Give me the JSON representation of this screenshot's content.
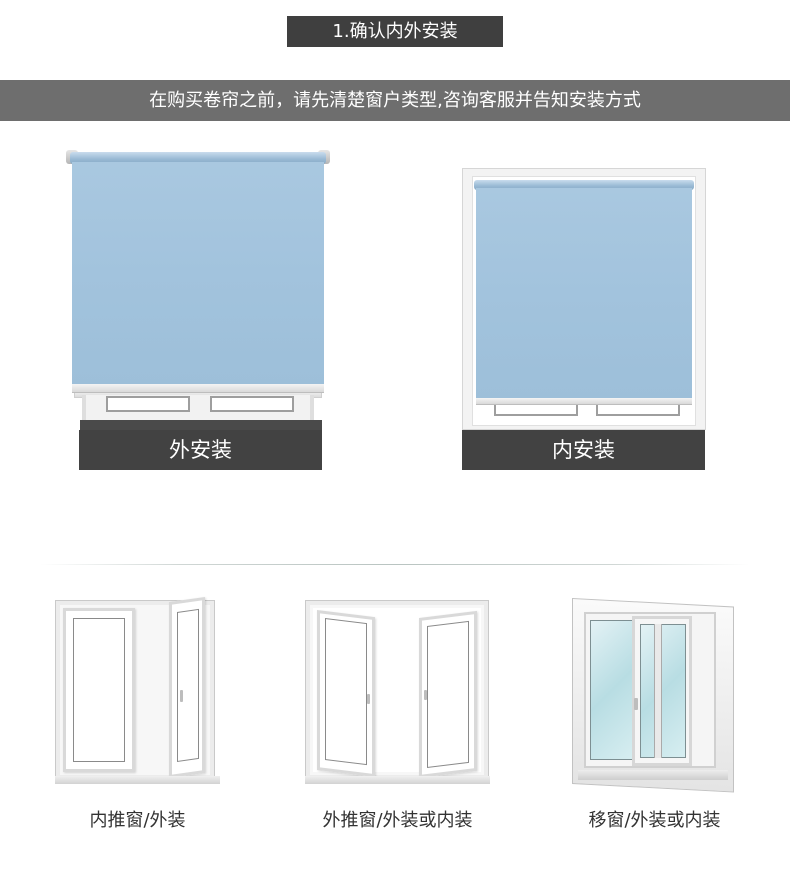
{
  "section": {
    "title": "1.确认内外安装",
    "banner": "在购买卷帘之前，请先清楚窗户类型,咨询客服并告知安装方式"
  },
  "install_types": [
    {
      "label": "外安装",
      "icon": "roller-blind-outside-mount-icon"
    },
    {
      "label": "内安装",
      "icon": "roller-blind-inside-mount-icon"
    }
  ],
  "window_types": [
    {
      "label": "内推窗/外装",
      "icon": "inward-casement-window-icon"
    },
    {
      "label": "外推窗/外装或内装",
      "icon": "outward-casement-window-icon"
    },
    {
      "label": "移窗/外装或内装",
      "icon": "sliding-window-icon"
    }
  ],
  "colors": {
    "header_bg": "#3f3f3f",
    "banner_bg": "#6e6e6e",
    "caption_bg": "#424242",
    "blind_blue": "#a2c3dd"
  }
}
